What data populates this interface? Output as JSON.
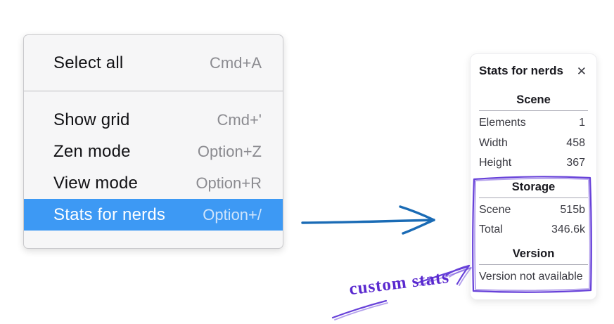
{
  "colors": {
    "menu_highlight": "#3d99f4",
    "arrow_blue": "#1a6bb5",
    "annotation_purple": "#6741d9",
    "annotation_text_purple": "#5a29cf"
  },
  "context_menu": {
    "sections": [
      {
        "items": [
          {
            "label": "Select all",
            "shortcut": "Cmd+A",
            "highlighted": false
          }
        ]
      },
      {
        "items": [
          {
            "label": "Show grid",
            "shortcut": "Cmd+'",
            "highlighted": false
          },
          {
            "label": "Zen mode",
            "shortcut": "Option+Z",
            "highlighted": false
          },
          {
            "label": "View mode",
            "shortcut": "Option+R",
            "highlighted": false
          },
          {
            "label": "Stats for nerds",
            "shortcut": "Option+/",
            "highlighted": true
          }
        ]
      }
    ]
  },
  "stats_panel": {
    "title": "Stats for nerds",
    "close_label": "✕",
    "sections": [
      {
        "header": "Scene",
        "rows": [
          {
            "label": "Elements",
            "value": "1"
          },
          {
            "label": "Width",
            "value": "458"
          },
          {
            "label": "Height",
            "value": "367"
          }
        ]
      },
      {
        "header": "Storage",
        "rows": [
          {
            "label": "Scene",
            "value": "515b"
          },
          {
            "label": "Total",
            "value": "346.6k"
          }
        ]
      },
      {
        "header": "Version",
        "note": "Version not available"
      }
    ]
  },
  "annotations": {
    "custom_stats_label": "custom stats"
  }
}
